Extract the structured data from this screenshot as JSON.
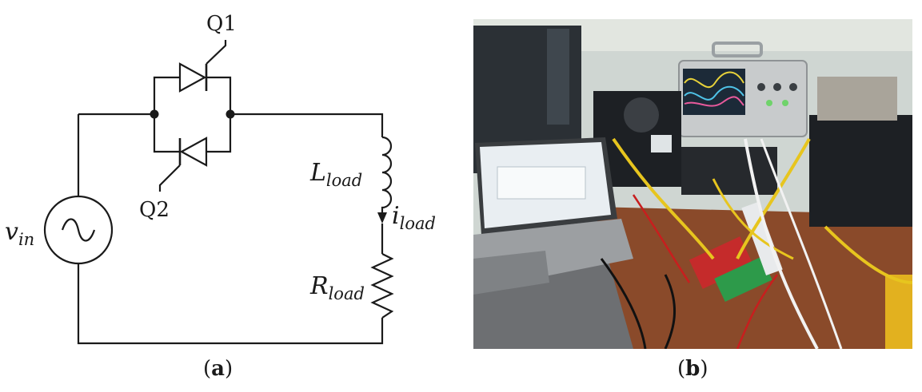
{
  "panel_a": {
    "thyristor_top": "Q1",
    "thyristor_bottom": "Q2",
    "source": {
      "sym": "v",
      "sub": "in"
    },
    "inductor": {
      "sym": "L",
      "sub": "load"
    },
    "current": {
      "sym": "i",
      "sub": "load"
    },
    "resistor": {
      "sym": "R",
      "sub": "load"
    },
    "caption": {
      "open": "(",
      "letter": "a",
      "close": ")"
    }
  },
  "panel_b": {
    "caption": {
      "open": "(",
      "letter": "b",
      "close": ")"
    }
  }
}
